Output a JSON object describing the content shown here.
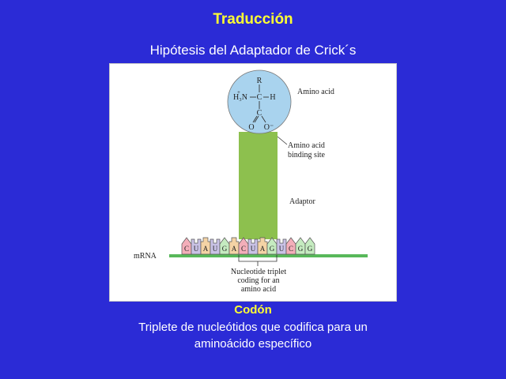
{
  "slide": {
    "title": "Traducción",
    "subtitle": "Hipótesis del Adaptador de Crick´s"
  },
  "diagram": {
    "amino_acid_label": "Amino acid",
    "binding_site_label": [
      "Amino acid",
      "binding site"
    ],
    "adaptor_label": "Adaptor",
    "mrna_label": "mRNA",
    "triplet_label": [
      "Nucleotide triplet",
      "coding for an",
      "amino acid"
    ],
    "molecule": {
      "r_group": "R",
      "amine": "H₃N",
      "charge_plus": "+",
      "carbon": "C",
      "hydrogen": "H",
      "carboxyl_carbon": "C",
      "oxygen_left": "O",
      "oxygen_right": "O⁻"
    },
    "nucleotides": [
      "C",
      "U",
      "A",
      "U",
      "G",
      "A",
      "C",
      "U",
      "A",
      "G",
      "U",
      "C",
      "G",
      "G"
    ],
    "colors": {
      "circle_fill": "#a9d3ee",
      "adaptor": "#8dc04e",
      "mrna_line": "#58b85a",
      "A": "#f4d3a5",
      "C": "#f3aeb9",
      "G": "#c5ebc0",
      "U": "#c9c2e6"
    }
  },
  "footer": {
    "codon_label": "Codón",
    "codon_description": "Triplete de nucleótidos que codifica para un aminoácido específico"
  }
}
